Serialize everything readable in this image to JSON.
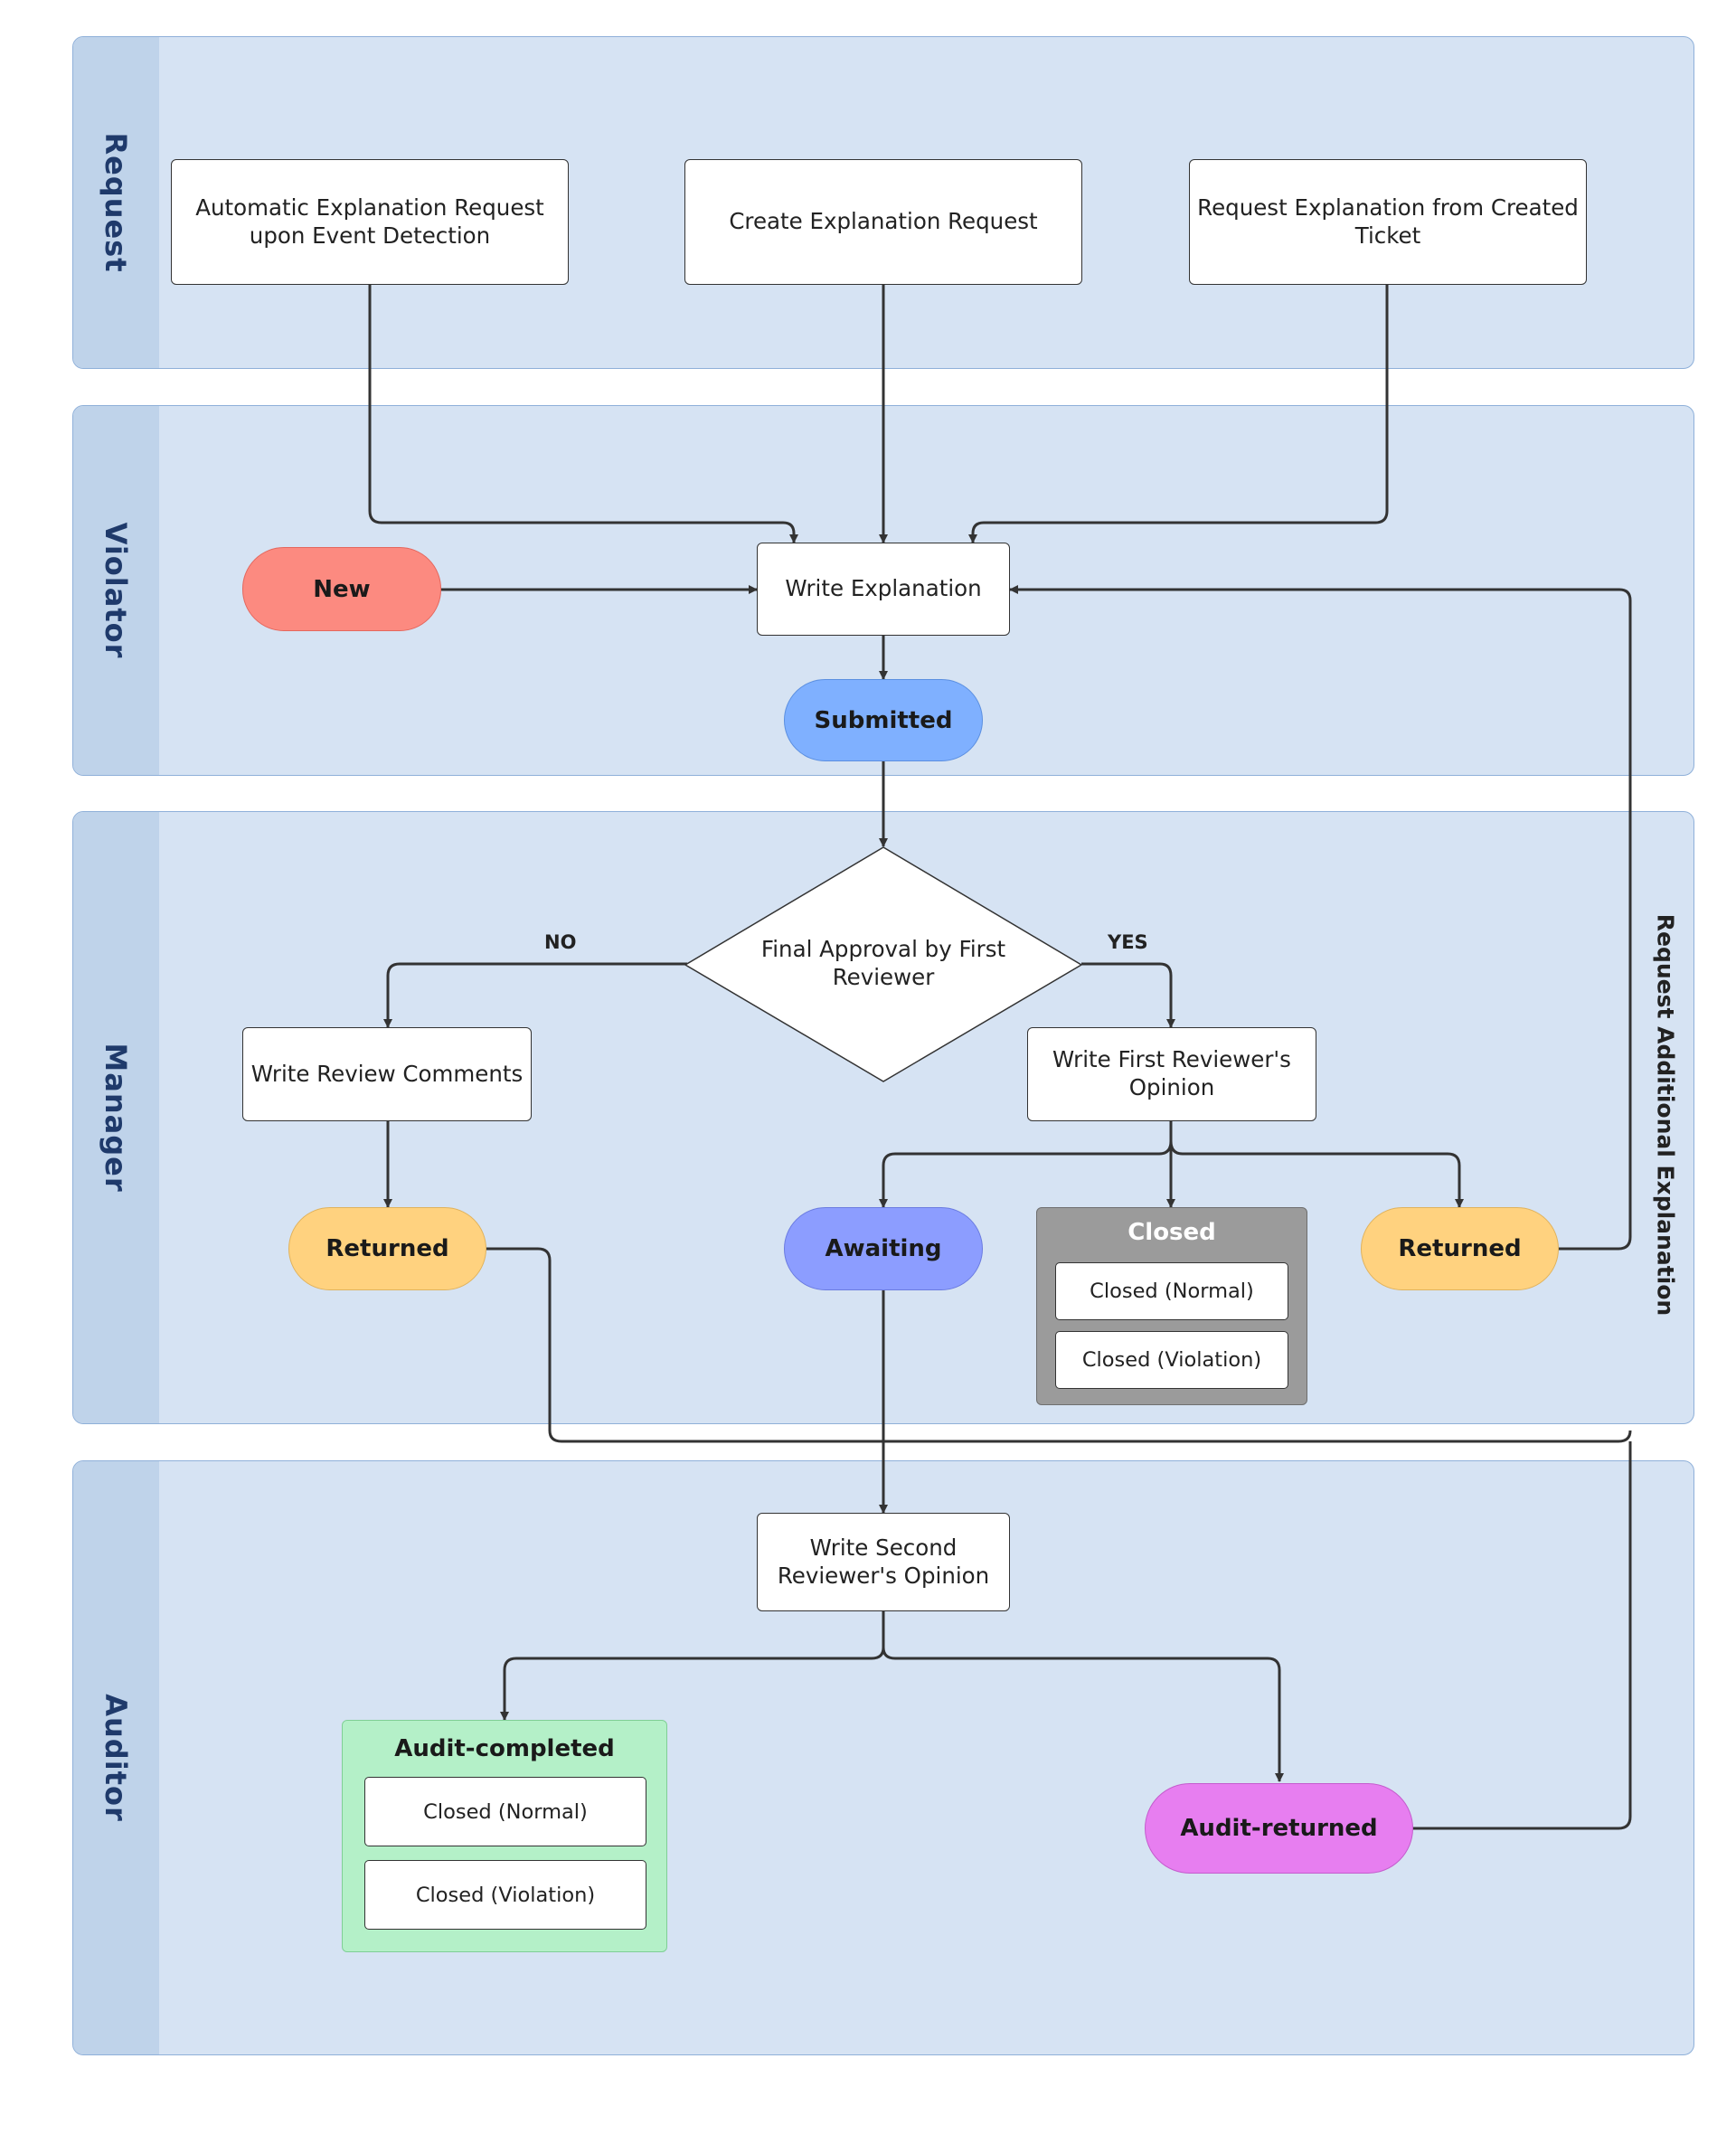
{
  "lanes": {
    "request": "Request",
    "violator": "Violator",
    "manager": "Manager",
    "auditor": "Auditor"
  },
  "request": {
    "auto": "Automatic Explanation Request upon Event Detection",
    "create": "Create Explanation Request",
    "ticket": "Request Explanation from Created Ticket"
  },
  "violator": {
    "new": "New",
    "write_explanation": "Write Explanation",
    "submitted": "Submitted"
  },
  "manager": {
    "decision": "Final Approval by First Reviewer",
    "no": "NO",
    "yes": "YES",
    "write_review_comments": "Write Review Comments",
    "write_first_opinion": "Write First Reviewer's Opinion",
    "returned_left": "Returned",
    "awaiting": "Awaiting",
    "closed": {
      "title": "Closed",
      "normal": "Closed (Normal)",
      "violation": "Closed (Violation)"
    },
    "returned_right": "Returned"
  },
  "side_label": "Request Additional Explanation",
  "auditor": {
    "write_second_opinion": "Write Second Reviewer's Opinion",
    "audit_completed": {
      "title": "Audit-completed",
      "normal": "Closed (Normal)",
      "violation": "Closed (Violation)"
    },
    "audit_returned": "Audit-returned"
  },
  "colors": {
    "lane_bg": "#d6e3f3",
    "lane_header": "#bfd3ea",
    "lane_title": "#1f3a6b",
    "new": "#fc8a80",
    "submitted": "#7fb0ff",
    "returned": "#ffd27f",
    "awaiting": "#8c9dff",
    "closed_group": "#9b9b9b",
    "audit_completed_group": "#b4f0c8",
    "audit_returned": "#e77ef0",
    "connector": "#333333"
  }
}
